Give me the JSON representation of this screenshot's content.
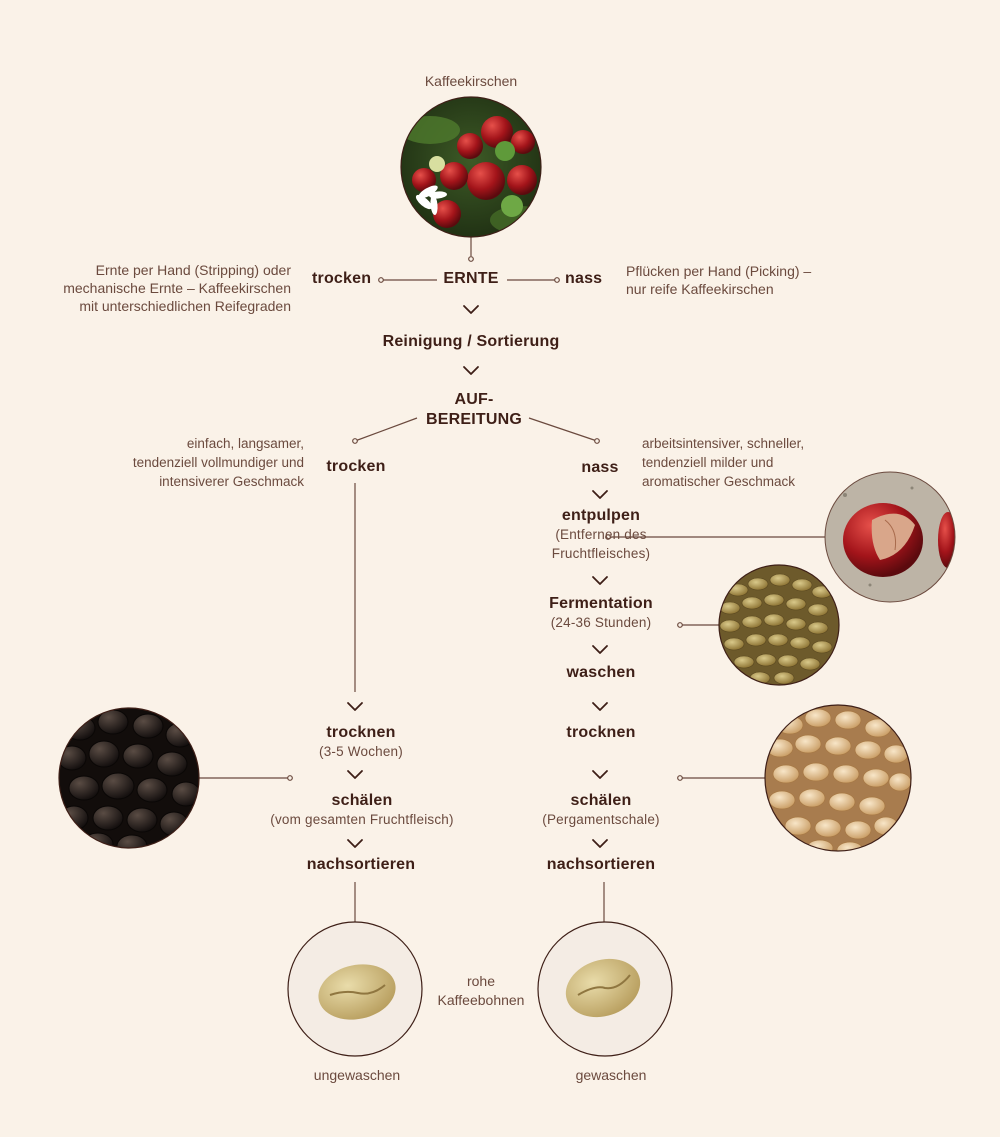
{
  "top_label": "Kaffeekirschen",
  "harvest": {
    "title": "ERNTE",
    "left_branch": "trocken",
    "right_branch": "nass",
    "left_note": [
      "Ernte per Hand (Stripping) oder",
      "mechanische Ernte – Kaffeekirschen",
      "mit unterschiedlichen Reifegraden"
    ],
    "right_note": [
      "Pflücken per Hand (Picking) –",
      "nur reife Kaffeekirschen"
    ]
  },
  "cleaning": "Reinigung / Sortierung",
  "processing": {
    "title_line1": "AUF-",
    "title_line2": "BEREITUNG",
    "dry_label": "trocken",
    "wet_label": "nass",
    "dry_note": [
      "einfach, langsamer,",
      "tendenziell vollmundiger und",
      "intensiverer Geschmack"
    ],
    "wet_note": [
      "arbeitsintensiver, schneller,",
      "tendenziell milder und",
      "aromatischer Geschmack"
    ]
  },
  "dry_steps": {
    "dry": {
      "title": "trocknen",
      "sub": "(3-5 Wochen)"
    },
    "peel": {
      "title": "schälen",
      "sub": "(vom gesamten Fruchtfleisch)"
    },
    "sort": {
      "title": "nachsortieren"
    }
  },
  "wet_steps": {
    "pulp": {
      "title": "entpulpen",
      "sub1": "(Entfernen des",
      "sub2": "Fruchtfleisches)"
    },
    "ferment": {
      "title": "Fermentation",
      "sub": "(24-36 Stunden)"
    },
    "wash": {
      "title": "waschen"
    },
    "dry": {
      "title": "trocknen"
    },
    "peel": {
      "title": "schälen",
      "sub": "(Pergamentschale)"
    },
    "sort": {
      "title": "nachsortieren"
    }
  },
  "result": {
    "center_line1": "rohe",
    "center_line2": "Kaffeebohnen",
    "left": "ungewaschen",
    "right": "gewaschen"
  },
  "colors": {
    "background": "#faf2e8",
    "text": "#3e1f17",
    "line": "#6b4a3e"
  }
}
